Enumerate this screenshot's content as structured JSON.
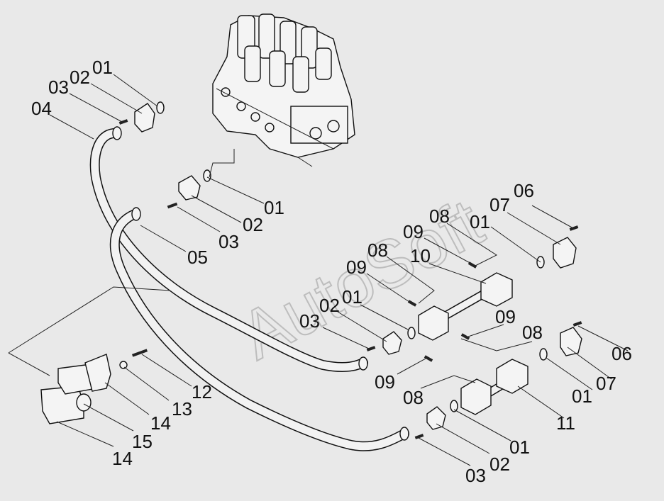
{
  "watermark": "AutoSoft",
  "callouts": [
    {
      "id": "c-01-a",
      "text": "01"
    },
    {
      "id": "c-02-a",
      "text": "02"
    },
    {
      "id": "c-03-a",
      "text": "03"
    },
    {
      "id": "c-04",
      "text": "04"
    },
    {
      "id": "c-01-b",
      "text": "01"
    },
    {
      "id": "c-02-b",
      "text": "02"
    },
    {
      "id": "c-03-b",
      "text": "03"
    },
    {
      "id": "c-05",
      "text": "05"
    },
    {
      "id": "c-06-a",
      "text": "06"
    },
    {
      "id": "c-07-a",
      "text": "07"
    },
    {
      "id": "c-01-c",
      "text": "01"
    },
    {
      "id": "c-08-a",
      "text": "08"
    },
    {
      "id": "c-09-a",
      "text": "09"
    },
    {
      "id": "c-08-b",
      "text": "08"
    },
    {
      "id": "c-10",
      "text": "10"
    },
    {
      "id": "c-09-b",
      "text": "09"
    },
    {
      "id": "c-01-d",
      "text": "01"
    },
    {
      "id": "c-02-c",
      "text": "02"
    },
    {
      "id": "c-03-c",
      "text": "03"
    },
    {
      "id": "c-09-c",
      "text": "09"
    },
    {
      "id": "c-08-c",
      "text": "08"
    },
    {
      "id": "c-06-b",
      "text": "06"
    },
    {
      "id": "c-07-b",
      "text": "07"
    },
    {
      "id": "c-01-e",
      "text": "01"
    },
    {
      "id": "c-09-d",
      "text": "09"
    },
    {
      "id": "c-08-d",
      "text": "08"
    },
    {
      "id": "c-11",
      "text": "11"
    },
    {
      "id": "c-01-f",
      "text": "01"
    },
    {
      "id": "c-02-d",
      "text": "02"
    },
    {
      "id": "c-03-d",
      "text": "03"
    },
    {
      "id": "c-12",
      "text": "12"
    },
    {
      "id": "c-13",
      "text": "13"
    },
    {
      "id": "c-14-a",
      "text": "14"
    },
    {
      "id": "c-15",
      "text": "15"
    },
    {
      "id": "c-14-b",
      "text": "14"
    }
  ]
}
